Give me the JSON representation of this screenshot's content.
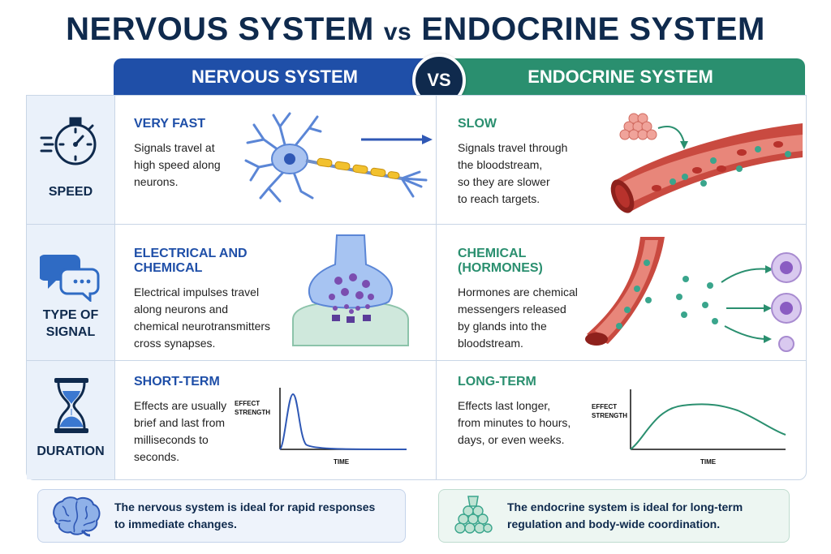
{
  "title": {
    "left": "NERVOUS SYSTEM",
    "vs": "vs",
    "right": "ENDOCRINE SYSTEM"
  },
  "headers": {
    "nervous": "NERVOUS SYSTEM",
    "vs_badge": "VS",
    "endocrine": "ENDOCRINE SYSTEM"
  },
  "rows": [
    {
      "label": [
        "SPEED"
      ],
      "icon": "stopwatch-icon",
      "nervous": {
        "heading": "VERY FAST",
        "body": [
          "Signals travel at",
          "high speed along",
          "neurons."
        ]
      },
      "endocrine": {
        "heading": "SLOW",
        "body": [
          "Signals travel through",
          "the bloodstream,",
          "so they are slower",
          "to reach targets."
        ]
      }
    },
    {
      "label": [
        "TYPE OF",
        "SIGNAL"
      ],
      "icon": "speech-bubbles-icon",
      "nervous": {
        "heading": "ELECTRICAL AND CHEMICAL",
        "body": [
          "Electrical impulses travel",
          "along neurons and",
          "chemical neurotransmitters",
          "cross synapses."
        ]
      },
      "endocrine": {
        "heading": "CHEMICAL (HORMONES)",
        "body": [
          "Hormones are chemical",
          "messengers released",
          "by glands into the",
          "bloodstream."
        ]
      }
    },
    {
      "label": [
        "DURATION"
      ],
      "icon": "hourglass-icon",
      "nervous": {
        "heading": "SHORT-TERM",
        "body": [
          "Effects are usually",
          "brief and last from",
          "milliseconds to",
          "seconds."
        ]
      },
      "endocrine": {
        "heading": "LONG-TERM",
        "body": [
          "Effects last longer,",
          "from minutes to hours,",
          "days, or even weeks."
        ]
      }
    }
  ],
  "graphs": {
    "y_label": [
      "EFFECT",
      "STRENGTH"
    ],
    "x_label": "TIME"
  },
  "footer": {
    "nervous": [
      "The nervous system is ideal for rapid responses",
      "to immediate changes."
    ],
    "endocrine": [
      "The endocrine system is ideal for long-term",
      "regulation and body-wide coordination."
    ]
  },
  "colors": {
    "navy": "#0f2a4d",
    "nervous_blue": "#1f4fa8",
    "endocrine_green": "#2a8f6f",
    "blood_red": "#b8322c",
    "hormone_teal": "#3aa58c"
  }
}
